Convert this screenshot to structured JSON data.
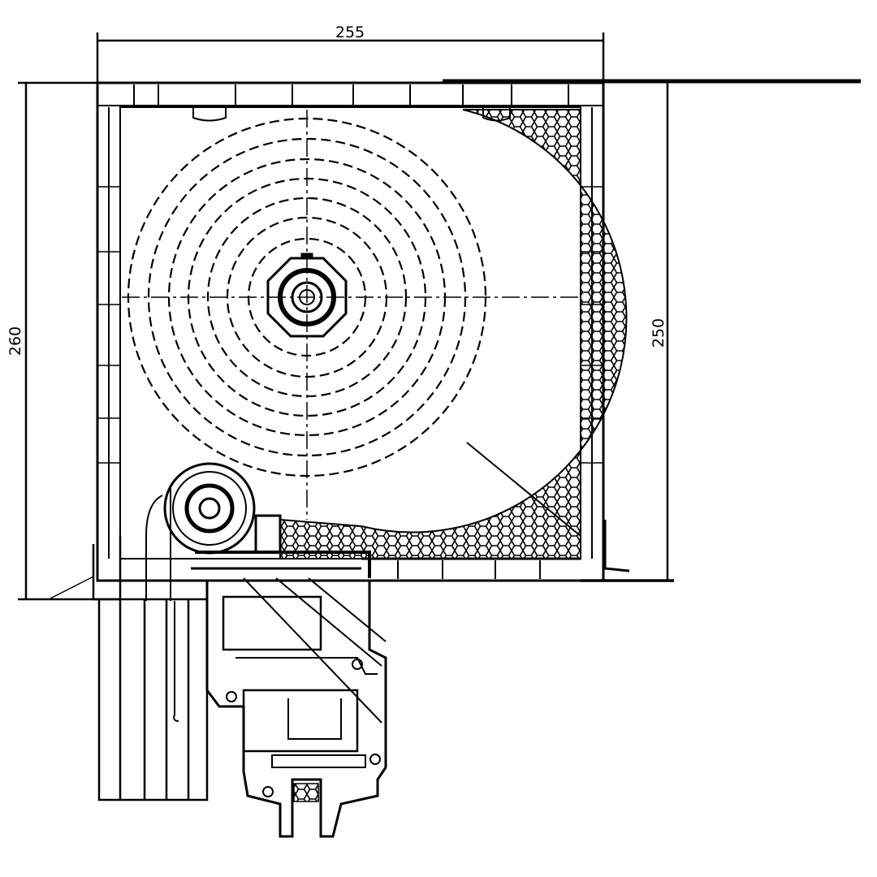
{
  "drawing": {
    "dimensions": {
      "width_top": "255",
      "height_left": "260",
      "height_right": "250"
    },
    "colors": {
      "line": "#000000",
      "background": "#ffffff"
    }
  }
}
